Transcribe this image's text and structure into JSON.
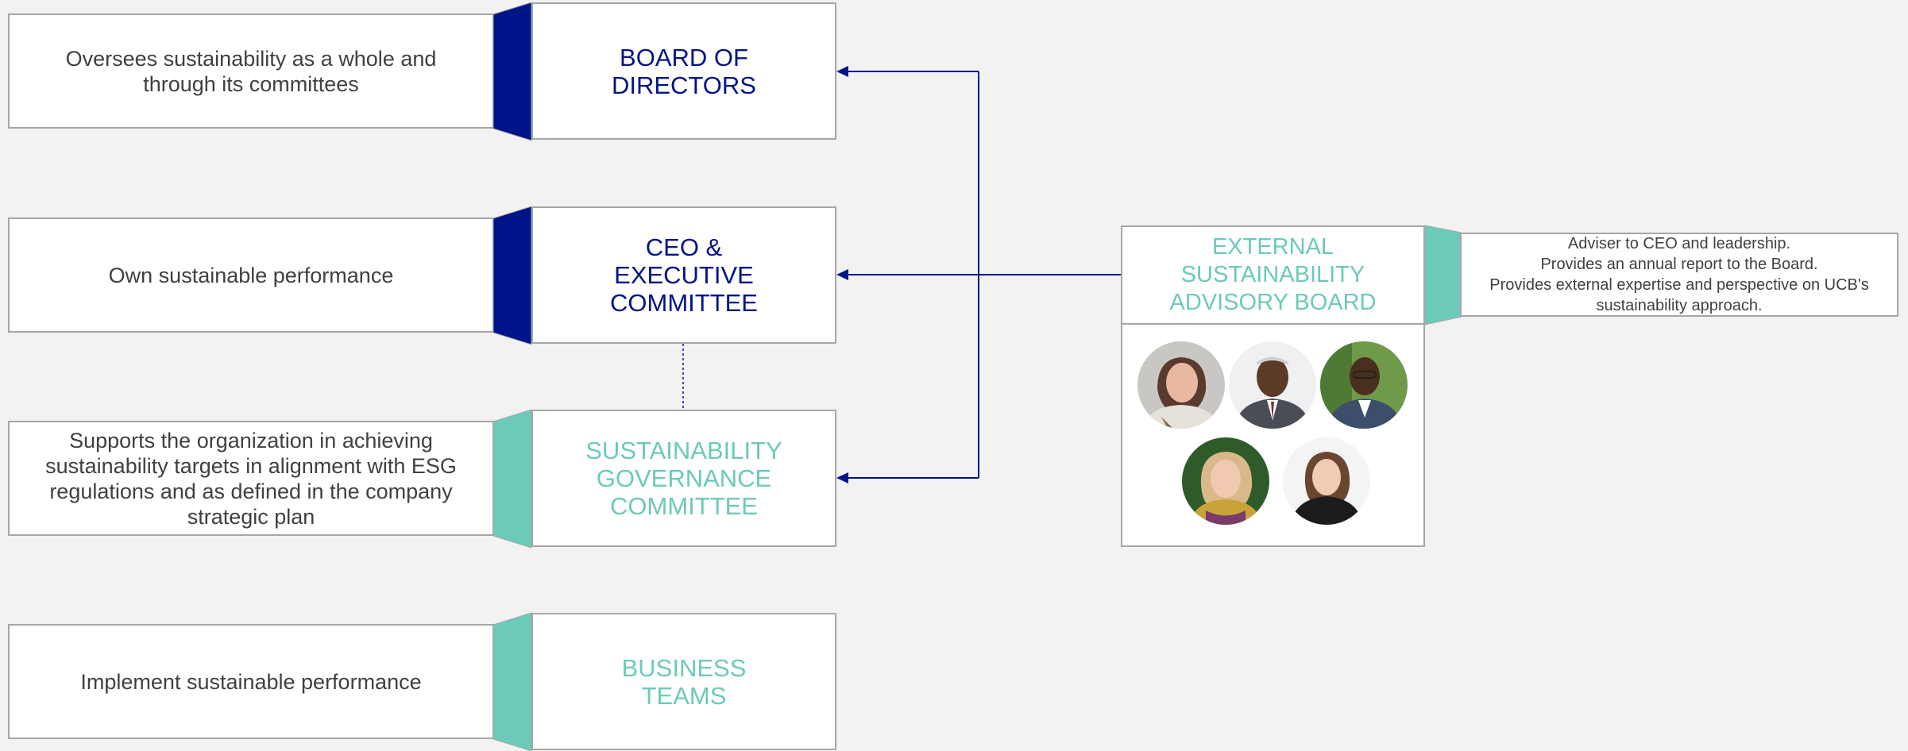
{
  "levels": [
    {
      "role_lines": [
        "BOARD OF",
        "DIRECTORS"
      ],
      "description": "Oversees sustainability as a whole and through its committees",
      "accent": "#001489"
    },
    {
      "role_lines": [
        "CEO &",
        "EXECUTIVE",
        "COMMITTEE"
      ],
      "description": "Own sustainable performance",
      "accent": "#001489"
    },
    {
      "role_lines": [
        "SUSTAINABILITY",
        "GOVERNANCE",
        "COMMITTEE"
      ],
      "description": "Supports the organization in achieving sustainability targets in alignment with ESG regulations and as defined in the company strategic plan",
      "accent": "#6ccab9"
    },
    {
      "role_lines": [
        "BUSINESS",
        "TEAMS"
      ],
      "description": "Implement sustainable performance",
      "accent": "#6ccab9"
    }
  ],
  "external_board": {
    "title_lines": [
      "EXTERNAL",
      "SUSTAINABILITY",
      "ADVISORY BOARD"
    ],
    "description_lines": [
      "Adviser to CEO and leadership.",
      "Provides an annual report to the Board.",
      "Provides external expertise and perspective on UCB's",
      "sustainability approach."
    ],
    "members": [
      {
        "icon": "member-portrait-icon"
      },
      {
        "icon": "member-portrait-icon"
      },
      {
        "icon": "member-portrait-icon"
      },
      {
        "icon": "member-portrait-icon"
      },
      {
        "icon": "member-portrait-icon"
      }
    ]
  },
  "colors": {
    "navy": "#001489",
    "teal": "#6ccab9",
    "background": "#f2f2f2",
    "border": "#a6a6a6",
    "text": "#404040"
  }
}
